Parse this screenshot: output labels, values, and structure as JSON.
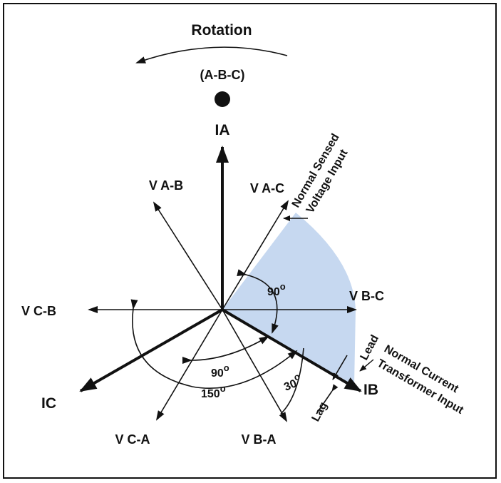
{
  "title": "Rotation",
  "sequence": "(A-B-C)",
  "currents": {
    "ia": "IA",
    "ib": "IB",
    "ic": "IC"
  },
  "voltages": {
    "vab": "V A-B",
    "vac": "V A-C",
    "vbc": "V B-C",
    "vcb": "V C-B",
    "vca": "V C-A",
    "vba": "V B-A"
  },
  "angles": {
    "a90_upper": "90",
    "a90_lower": "90",
    "a150": "150",
    "a30": "30",
    "degree_mark": "o"
  },
  "annotations": {
    "voltage_line1": "Normal Sensed",
    "voltage_line2": "Voltage Input",
    "current_line1": "Normal Current",
    "current_line2": "Transformer Input",
    "lead": "Lead",
    "lag": "Lag"
  },
  "colors": {
    "zone_fill": "#c6d8f0",
    "ink": "#111111"
  }
}
